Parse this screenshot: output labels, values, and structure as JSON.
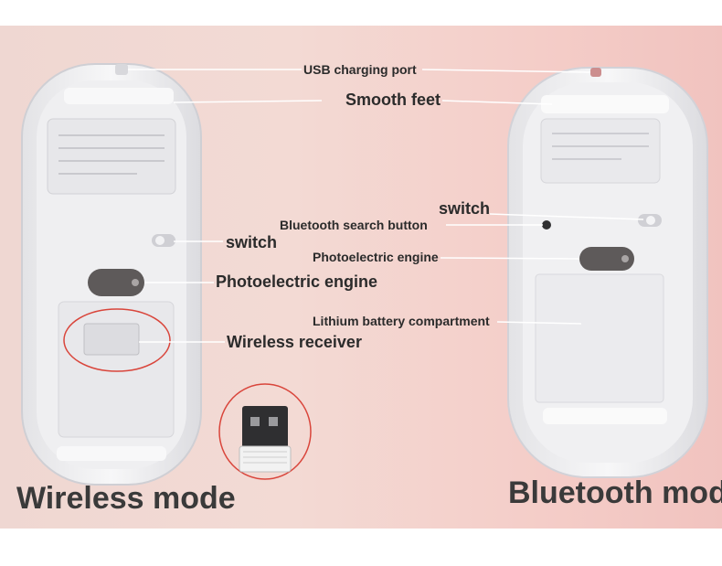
{
  "labels": {
    "usb_charging_port": "USB charging port",
    "smooth_feet": "Smooth feet",
    "switch_left": "switch",
    "switch_right": "switch",
    "bluetooth_search_button": "Bluetooth search button",
    "photoelectric_engine_left": "Photoelectric engine",
    "photoelectric_engine_right": "Photoelectric engine",
    "wireless_receiver": "Wireless receiver",
    "lithium_battery_compartment": "Lithium battery compartment",
    "wireless_mode": "Wireless mode",
    "bluetooth_mode": "Bluetooth mode"
  },
  "colors": {
    "background_pink": "#f3d3ce",
    "highlight_circle": "#d9453b"
  }
}
